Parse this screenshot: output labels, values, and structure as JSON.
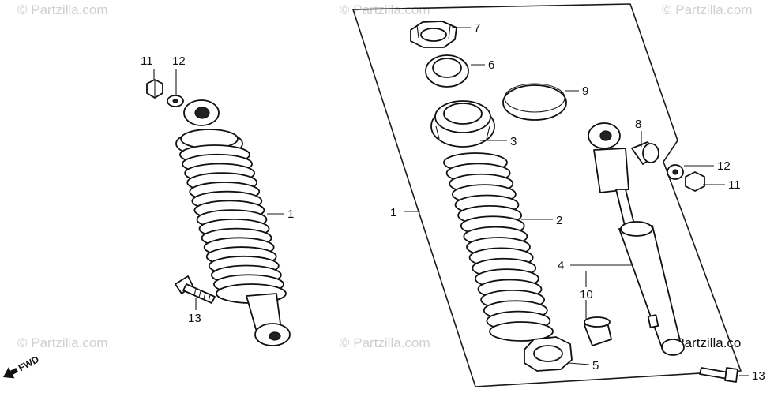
{
  "watermarks": [
    "© Partzilla.com",
    "© Partzilla.com",
    "© Partzilla.com",
    "© Partzilla.com",
    "© Partzilla.com",
    "© Partzilla.co"
  ],
  "direction_label": "FWD",
  "callouts": {
    "c1_left": "1",
    "c11_left": "11",
    "c12_left": "12",
    "c13_left": "13",
    "c1_frame": "1",
    "c2": "2",
    "c3": "3",
    "c4": "4",
    "c5": "5",
    "c6": "6",
    "c7": "7",
    "c8": "8",
    "c9": "9",
    "c10": "10",
    "c11_right": "11",
    "c12_right": "12",
    "c13_right": "13"
  }
}
